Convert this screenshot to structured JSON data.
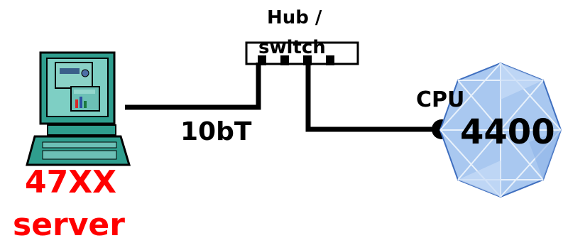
{
  "hub": {
    "label_line1": "Hub /",
    "label_line2": "switch"
  },
  "link": {
    "label": "10bT"
  },
  "cpu": {
    "label": "CPU",
    "model": "4400"
  },
  "server": {
    "line1": "47XX",
    "line2": "server"
  },
  "colors": {
    "server_text": "#ff0000",
    "monitor_case": "#2f9e8e",
    "screen_bg": "#7ecfc4",
    "cpu_shape": "#a9c8f0",
    "cable": "#000000"
  },
  "icons": {
    "server": "desktop-computer-icon",
    "cpu": "faceted-polygon-icon"
  }
}
